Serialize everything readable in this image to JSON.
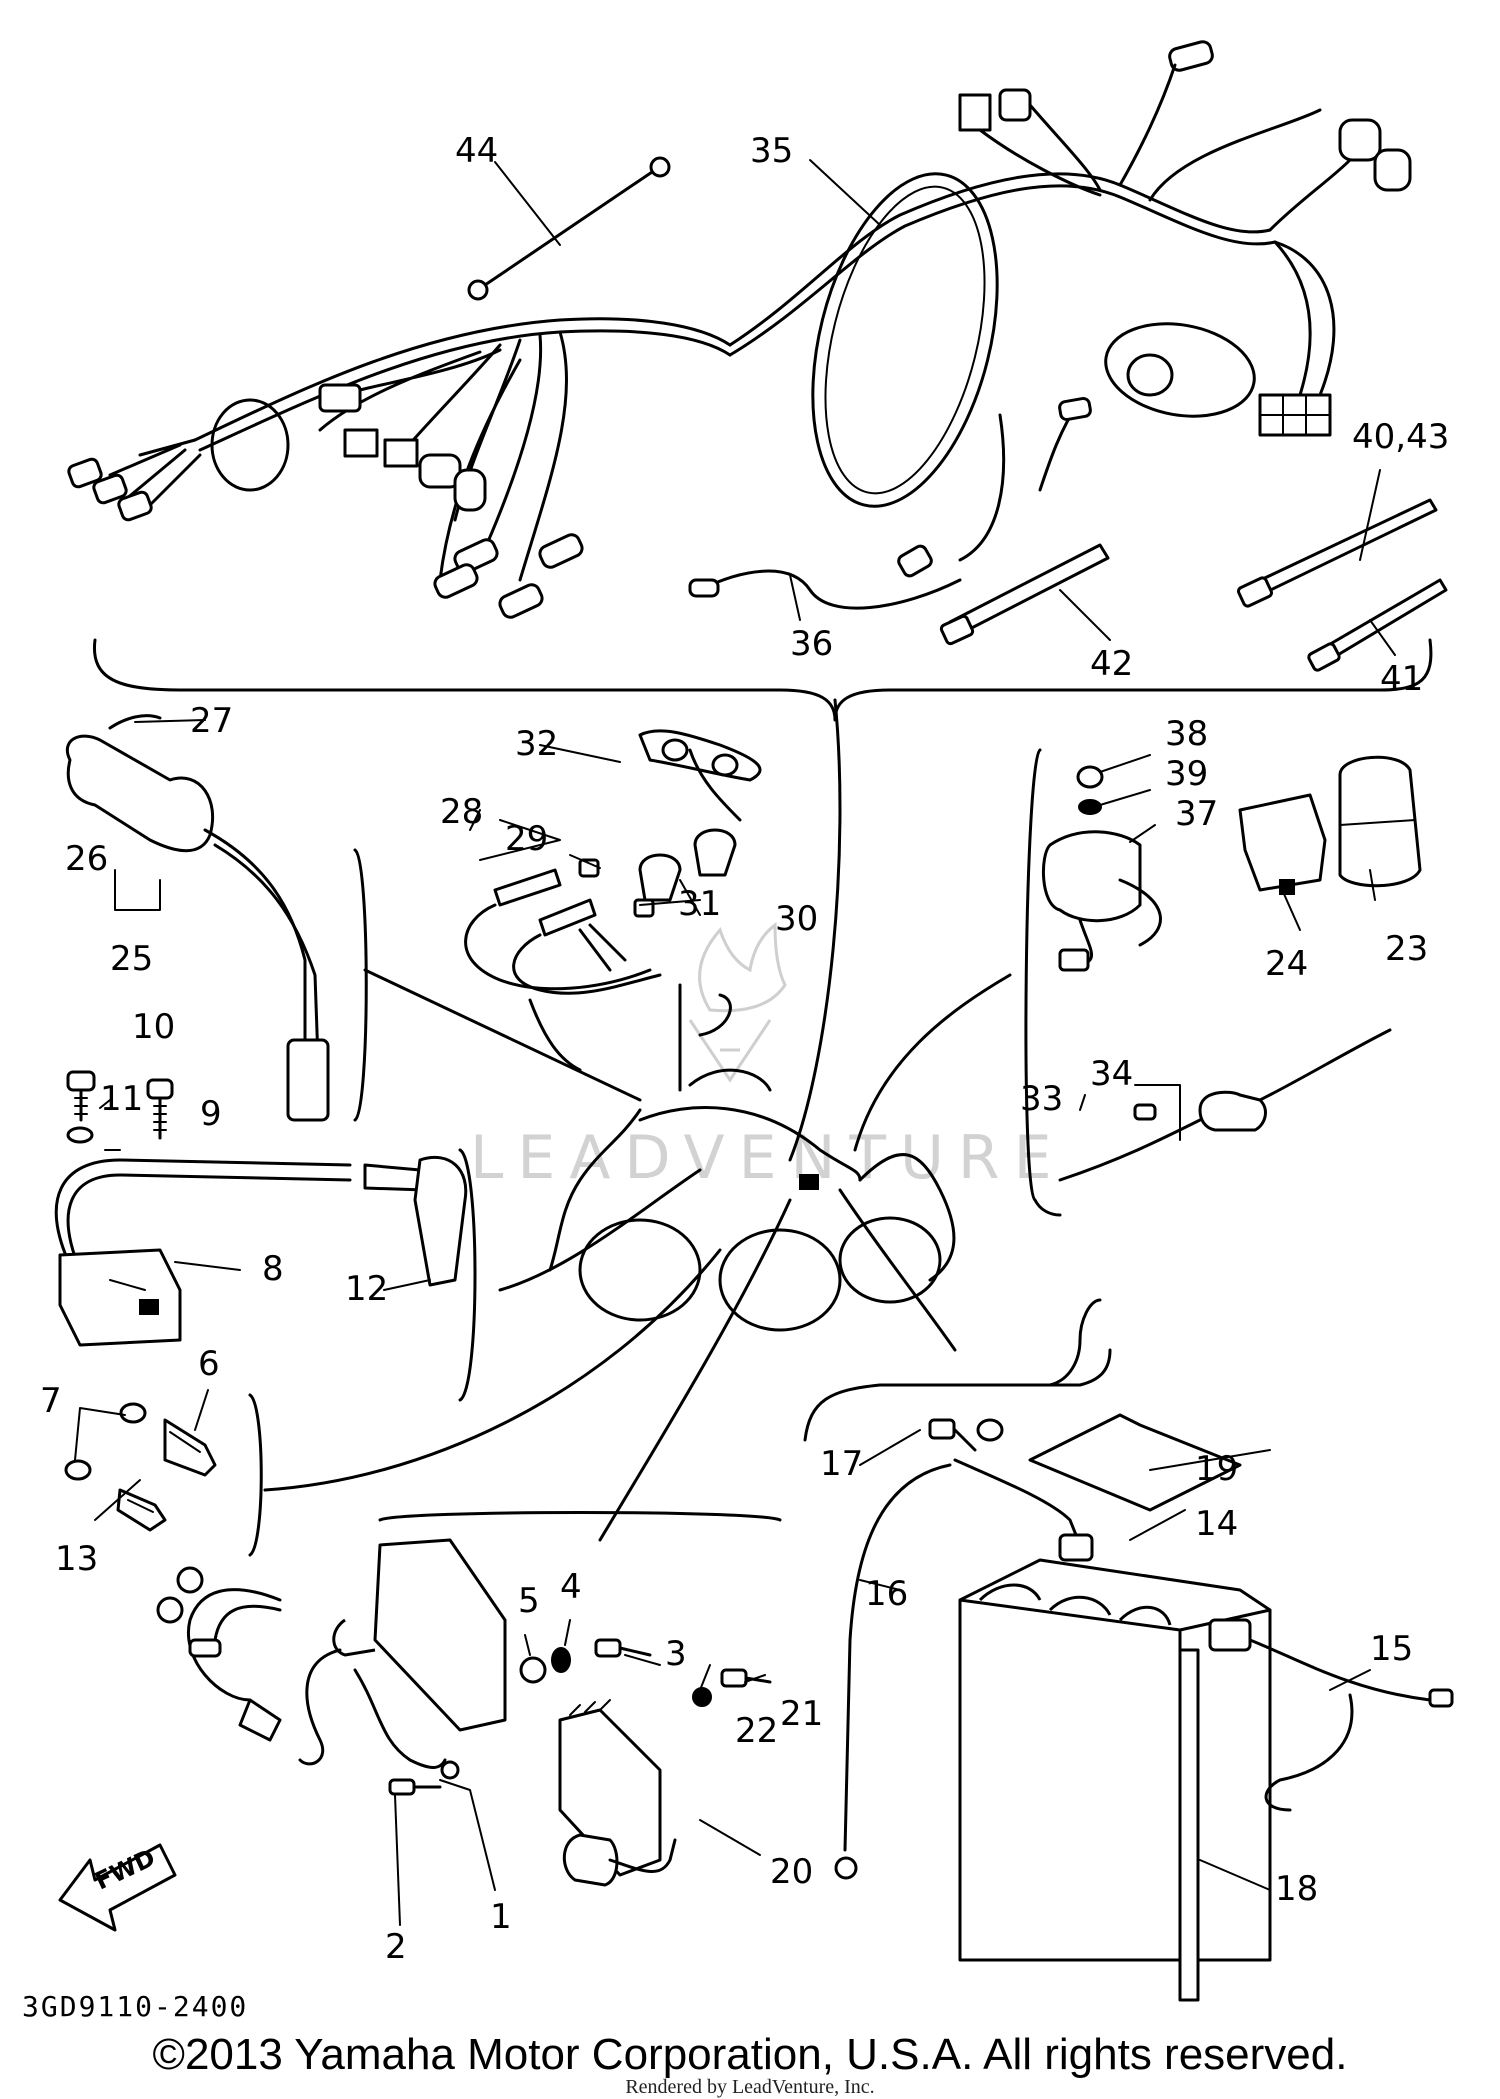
{
  "diagram": {
    "drawing_code": "3GD9110-2400",
    "copyright": "©2013 Yamaha Motor Corporation, U.S.A. All rights reserved.",
    "rendered_by": "Rendered by LeadVenture, Inc.",
    "watermark": "LEADVENTURE",
    "fwd_label": "FWD",
    "callouts": {
      "c1": "1",
      "c2": "2",
      "c3": "3",
      "c4": "4",
      "c5": "5",
      "c6": "6",
      "c7": "7",
      "c8": "8",
      "c9": "9",
      "c10": "10",
      "c11": "11",
      "c12": "12",
      "c13": "13",
      "c14": "14",
      "c15": "15",
      "c16": "16",
      "c17": "17",
      "c18": "18",
      "c19": "19",
      "c20": "20",
      "c21": "21",
      "c22": "22",
      "c23": "23",
      "c24": "24",
      "c25": "25",
      "c26": "26",
      "c27": "27",
      "c28": "28",
      "c29": "29",
      "c30": "30",
      "c31": "31",
      "c32": "32",
      "c33": "33",
      "c34": "34",
      "c35": "35",
      "c36": "36",
      "c37": "37",
      "c38": "38",
      "c39": "39",
      "c40_43": "40,43",
      "c41": "41",
      "c42": "42",
      "c44": "44"
    }
  }
}
